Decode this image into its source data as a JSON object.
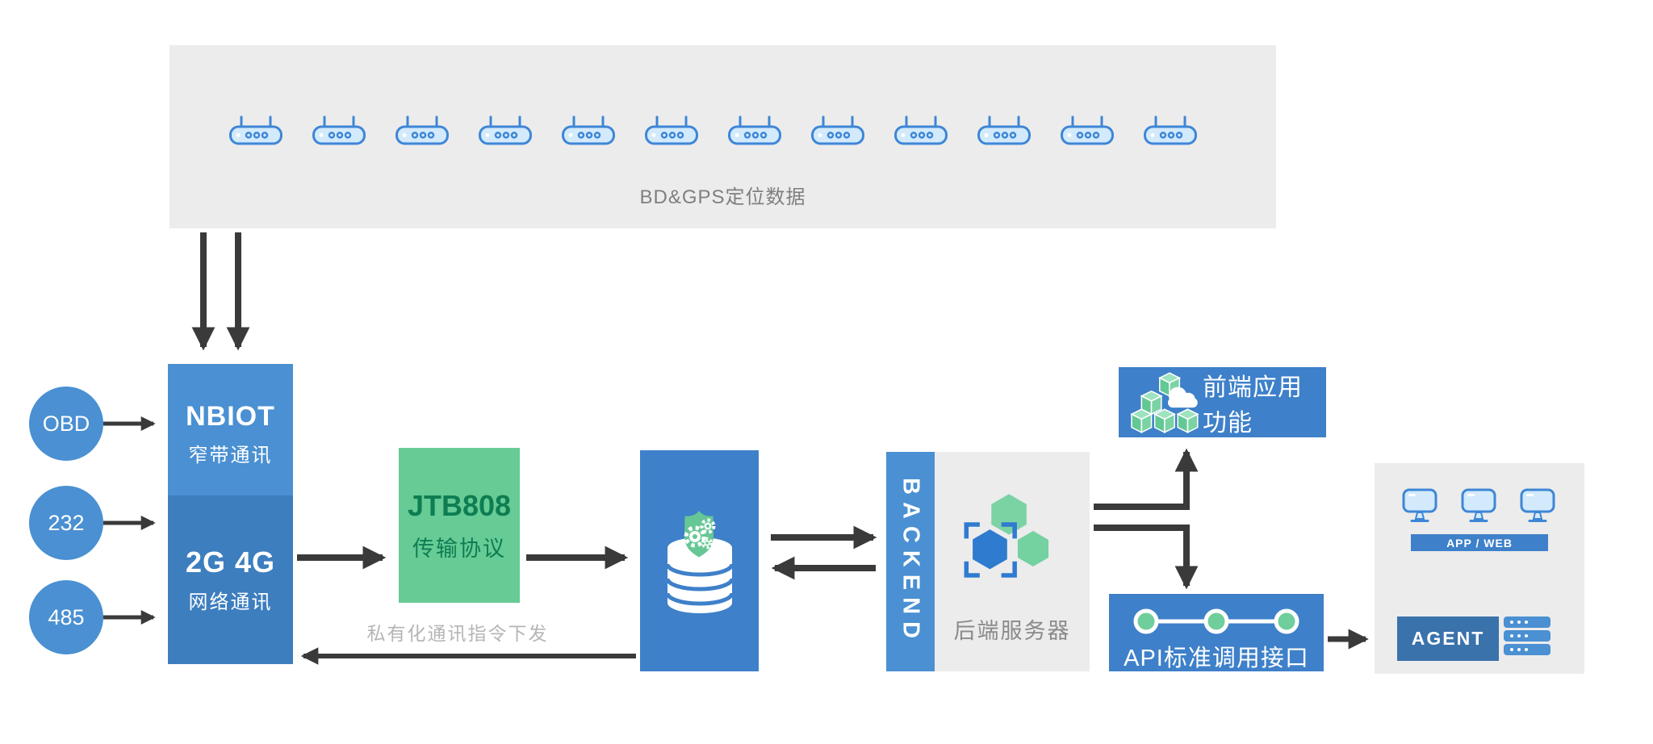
{
  "colors": {
    "accent_blue": "#4a90d2",
    "deep_blue": "#3d7ebf",
    "box_blue": "#3e80c9",
    "agent_blue": "#3a72ab",
    "bright_blue": "#2f7bd0",
    "green": "#66cb95",
    "light_green": "#7bd3a4",
    "dark_green_text": "#0e7d52",
    "panel_gray": "#ececec",
    "arrow_gray": "#3a3a3a",
    "muted_text": "#7f7f7f",
    "faint_text": "#b5b5b5"
  },
  "top_panel": {
    "caption": "BD&GPS定位数据",
    "device_count": 12
  },
  "inputs": [
    {
      "label": "OBD"
    },
    {
      "label": "232"
    },
    {
      "label": "485"
    }
  ],
  "device_box": {
    "primary": "NBIOT",
    "primary_sub": "窄带通讯",
    "secondary": "2G 4G",
    "secondary_sub": "网络通讯"
  },
  "protocol_box": {
    "title": "JTB808",
    "subtitle": "传输协议"
  },
  "return_label": "私有化通讯指令下发",
  "backend": {
    "bar_label": "BACKEND",
    "caption": "后端服务器"
  },
  "frontend_box": {
    "label": "前端应用功能"
  },
  "api_box": {
    "label": "API标准调用接口"
  },
  "client_panel": {
    "monitor_count": 3,
    "app_bar_label": "APP / WEB",
    "agent_label": "AGENT",
    "server_count": 3
  }
}
